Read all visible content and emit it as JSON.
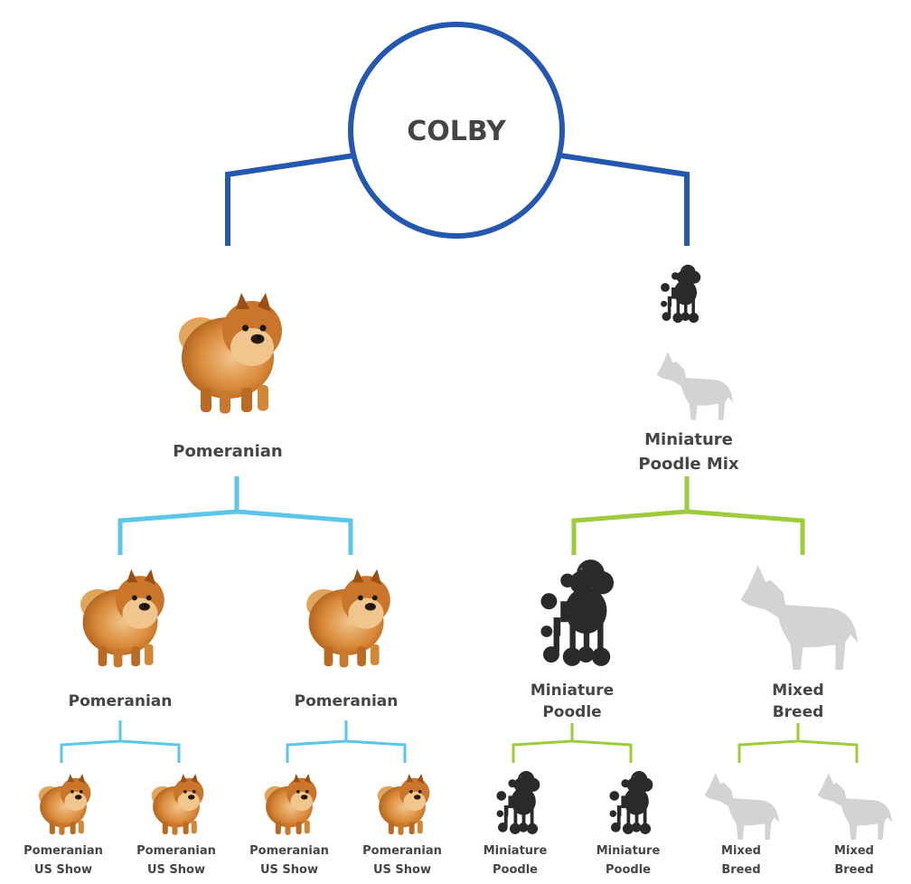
{
  "colors": {
    "root": "#2457b0",
    "pomeranian_line": "#5cc6e8",
    "poodle_line": "#9ccb3b",
    "text": "#454545",
    "pom_fur_dark": "#b5661e",
    "pom_fur_light": "#e8a45a",
    "poodle": "#2b2a28",
    "mixed": "#d3d3d3"
  },
  "root": {
    "name": "COLBY"
  },
  "parents": {
    "left": {
      "label": "Pomeranian",
      "icon": "pomeranian-icon"
    },
    "right": {
      "label_line1": "Miniature",
      "label_line2": "Poodle Mix",
      "icon": "poodle-mix-icon"
    }
  },
  "grandparents": [
    {
      "label_line1": "Pomeranian",
      "label_line2": "",
      "icon": "pomeranian-icon"
    },
    {
      "label_line1": "Pomeranian",
      "label_line2": "",
      "icon": "pomeranian-icon"
    },
    {
      "label_line1": "Miniature",
      "label_line2": "Poodle",
      "icon": "poodle-icon"
    },
    {
      "label_line1": "Mixed",
      "label_line2": "Breed",
      "icon": "mixed-breed-icon"
    }
  ],
  "great_grandparents": [
    {
      "label_line1": "Pomeranian",
      "label_line2": "US Show",
      "icon": "pomeranian-icon"
    },
    {
      "label_line1": "Pomeranian",
      "label_line2": "US Show",
      "icon": "pomeranian-icon"
    },
    {
      "label_line1": "Pomeranian",
      "label_line2": "US Show",
      "icon": "pomeranian-icon"
    },
    {
      "label_line1": "Pomeranian",
      "label_line2": "US Show",
      "icon": "pomeranian-icon"
    },
    {
      "label_line1": "Miniature",
      "label_line2": "Poodle",
      "icon": "poodle-icon"
    },
    {
      "label_line1": "Miniature",
      "label_line2": "Poodle",
      "icon": "poodle-icon"
    },
    {
      "label_line1": "Mixed",
      "label_line2": "Breed",
      "icon": "mixed-breed-icon"
    },
    {
      "label_line1": "Mixed",
      "label_line2": "Breed",
      "icon": "mixed-breed-icon"
    }
  ]
}
